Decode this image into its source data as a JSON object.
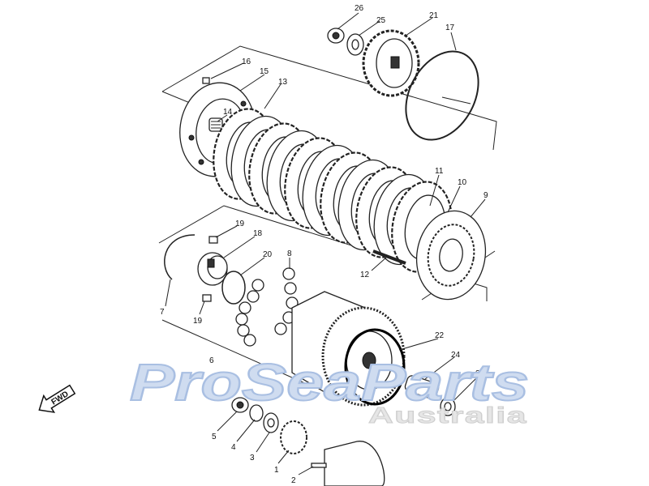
{
  "watermark": {
    "brand": "ProSeaParts",
    "region": "Australia"
  },
  "direction_marker": {
    "label": "FWD",
    "icon": "arrow-left-icon"
  },
  "callouts": [
    {
      "number": "1"
    },
    {
      "number": "2"
    },
    {
      "number": "3"
    },
    {
      "number": "4"
    },
    {
      "number": "5"
    },
    {
      "number": "6"
    },
    {
      "number": "7"
    },
    {
      "number": "8"
    },
    {
      "number": "9"
    },
    {
      "number": "10"
    },
    {
      "number": "11"
    },
    {
      "number": "12"
    },
    {
      "number": "13"
    },
    {
      "number": "14"
    },
    {
      "number": "15"
    },
    {
      "number": "16"
    },
    {
      "number": "17"
    },
    {
      "number": "18"
    },
    {
      "number": "19"
    },
    {
      "number": "19"
    },
    {
      "number": "20"
    },
    {
      "number": "21"
    },
    {
      "number": "22"
    },
    {
      "number": "23"
    },
    {
      "number": "24"
    },
    {
      "number": "25"
    },
    {
      "number": "26"
    }
  ],
  "highlight_color": "#000000"
}
